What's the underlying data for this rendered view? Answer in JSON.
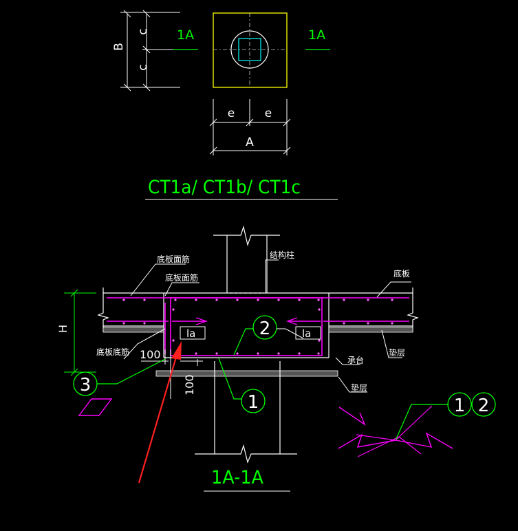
{
  "plan": {
    "section_mark_left": "1A",
    "section_mark_right": "1A",
    "dim_c_top": "c",
    "dim_c_bottom": "c",
    "dim_B": "B",
    "dim_e_left": "e",
    "dim_e_right": "e",
    "dim_A": "A",
    "title": "CT1a/ CT1b/ CT1c"
  },
  "section": {
    "label_top_bar_1": "底板面筋",
    "label_top_bar_2": "底板面筋",
    "label_column": "结构柱",
    "label_slab": "底板",
    "label_H": "H",
    "label_bottom_bar": "底板底筋",
    "label_100_horizontal": "100",
    "label_100_vertical": "100",
    "label_la_left": "la",
    "label_la_right": "la",
    "label_cap": "承台",
    "label_cushion_1": "垫层",
    "label_cushion_2": "垫层",
    "callout_1": "1",
    "callout_2": "2",
    "callout_3": "3",
    "callout_12_a": "1",
    "callout_12_b": "2",
    "title": "1A-1A"
  },
  "colors": {
    "background": "#000000",
    "white": "#ffffff",
    "green": "#00ff00",
    "yellow": "#ffff00",
    "cyan": "#00ffff",
    "magenta": "#ff00ff",
    "red": "#ff2020"
  }
}
